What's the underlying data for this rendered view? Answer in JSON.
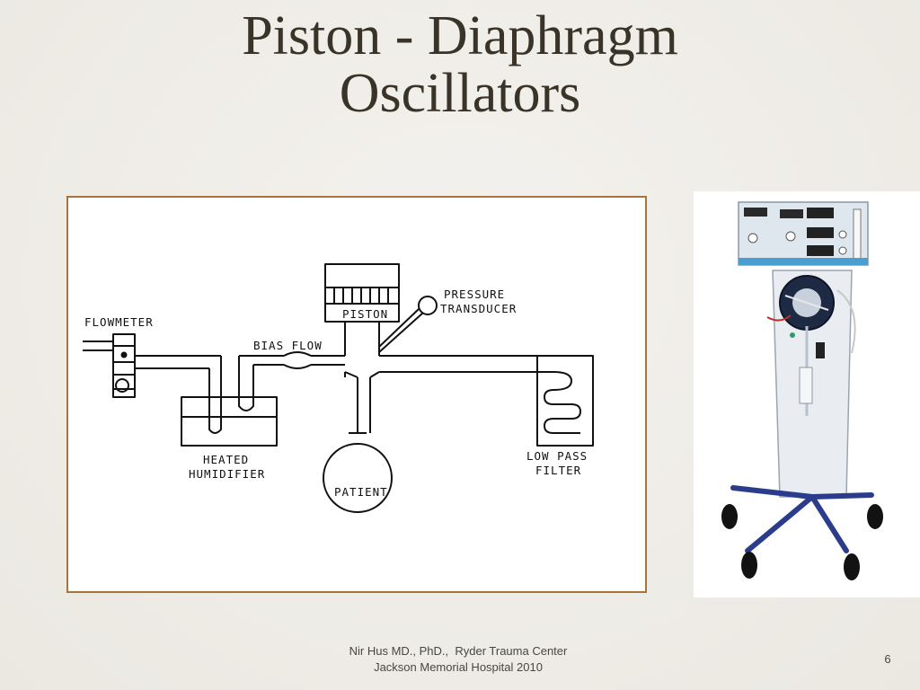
{
  "slide": {
    "title_line1": "Piston - Diaphragm",
    "title_line2": "Oscillators",
    "footer_line1": "Nir Hus MD., PhD.,  Ryder Trauma Center",
    "footer_line2": "Jackson Memorial Hospital 2010",
    "page_number": "6"
  },
  "diagram": {
    "labels": {
      "flowmeter": "FLOWMETER",
      "bias_flow": "BIAS FLOW",
      "piston": "PISTON",
      "pressure": "PRESSURE",
      "transducer": "TRANSDUCER",
      "heated": "HEATED",
      "humidifier": "HUMIDIFIER",
      "patient": "PATIENT",
      "low_pass": "LOW PASS",
      "filter": "FILTER"
    }
  },
  "colors": {
    "title": "#3a3328",
    "frame_border": "#a8743a",
    "background": "#efede8"
  }
}
